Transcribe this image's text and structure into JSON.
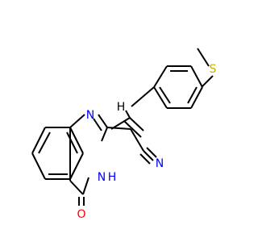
{
  "structure": {
    "atoms": {
      "S": {
        "label": "S",
        "color": "#c8b400"
      },
      "N_ring1": {
        "label": "N",
        "color": "#0000ff"
      },
      "NH_ring3": {
        "label": "N",
        "color": "#0000ff"
      },
      "H_on_N3": {
        "label": "H",
        "color": "#0000ff"
      },
      "O_carbonyl": {
        "label": "O",
        "color": "#ff0000"
      },
      "N_nitrile": {
        "label": "N",
        "color": "#0000ff"
      },
      "H_vinyl": {
        "label": "H",
        "color": "#000000"
      }
    },
    "bond_color": "#000000"
  }
}
